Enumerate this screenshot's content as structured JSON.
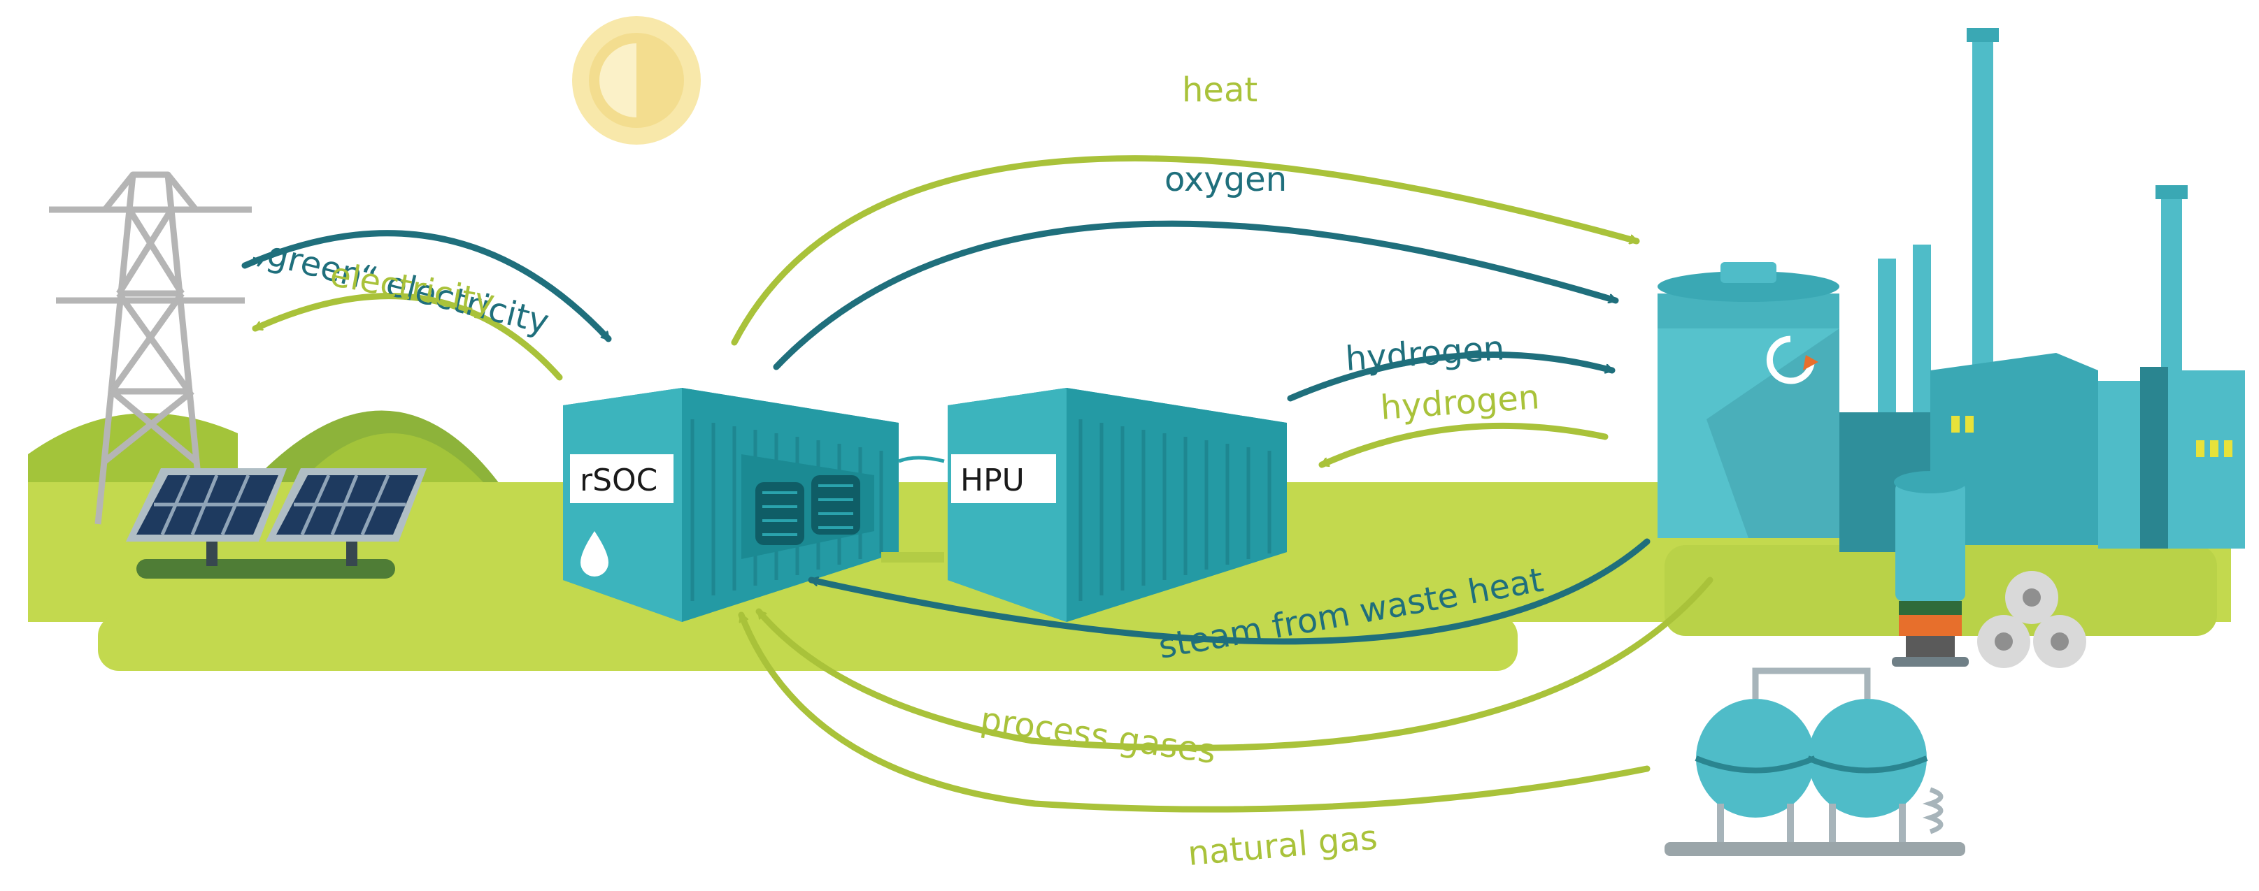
{
  "diagram": {
    "flows": {
      "green_electricity": "„green“ electricity",
      "electricity": "electricity",
      "heat": "heat",
      "oxygen": "oxygen",
      "hydrogen_out": "hydrogen",
      "hydrogen_in": "hydrogen",
      "steam": "steam from waste heat",
      "process_gases": "process gases",
      "natural_gas": "natural gas"
    },
    "units": {
      "rsoc": "rSOC",
      "hpu": "HPU"
    }
  },
  "colors": {
    "green_arrow": "#a9c23a",
    "teal_arrow": "#1f6f7c",
    "container_teal": "#2aa3ad",
    "ground_green": "#c3d94e",
    "hill_green": "#8db33a",
    "factory_teal": "#4fbcc8",
    "sun": "#f3dd8f"
  }
}
